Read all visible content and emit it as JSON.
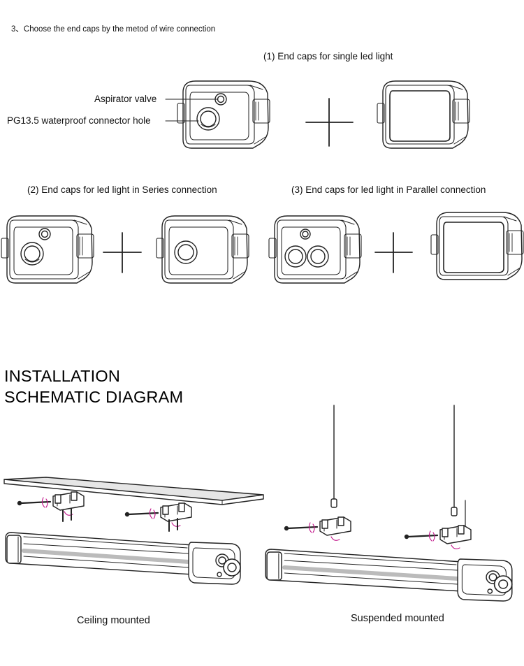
{
  "step_heading": "3、Choose the end caps by the metod of wire connection",
  "groups": [
    {
      "label": "(1) End caps for single led light"
    },
    {
      "label": "(2) End caps for led light in Series connection"
    },
    {
      "label": "(3) End caps for led light in Parallel connection"
    }
  ],
  "callouts": {
    "aspirator": "Aspirator valve",
    "connector": "PG13.5 waterproof connector hole"
  },
  "installation": {
    "title_line1": "INSTALLATION",
    "title_line2": "SCHEMATIC DIAGRAM",
    "ceiling": "Ceiling mounted",
    "suspended": "Suspended mounted"
  },
  "colors": {
    "line": "#222222",
    "screw_accent": "#c2188b",
    "shade": "#e6e6e6"
  }
}
